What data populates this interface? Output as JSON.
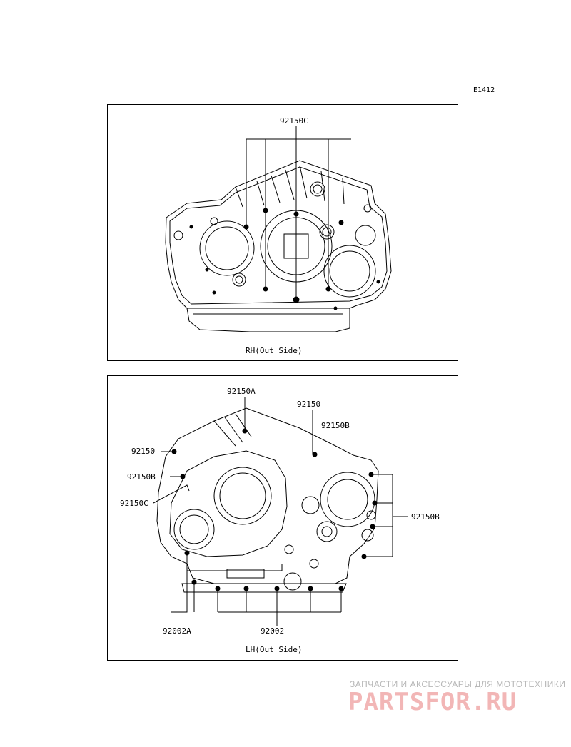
{
  "diagram_code": "E1412",
  "panels": [
    {
      "caption": "RH(Out Side)",
      "labels": [
        "92150C"
      ]
    },
    {
      "caption": "LH(Out Side)",
      "labels": [
        "92150A",
        "92150",
        "92150B",
        "92150",
        "92150B",
        "92150C",
        "92150B",
        "92002A",
        "92002"
      ]
    }
  ],
  "watermark": {
    "tagline": "ЗАПЧАСТИ И АКСЕССУАРЫ ДЛЯ МОТОТЕХНИКИ",
    "logo": "PARTSFOR.RU"
  }
}
